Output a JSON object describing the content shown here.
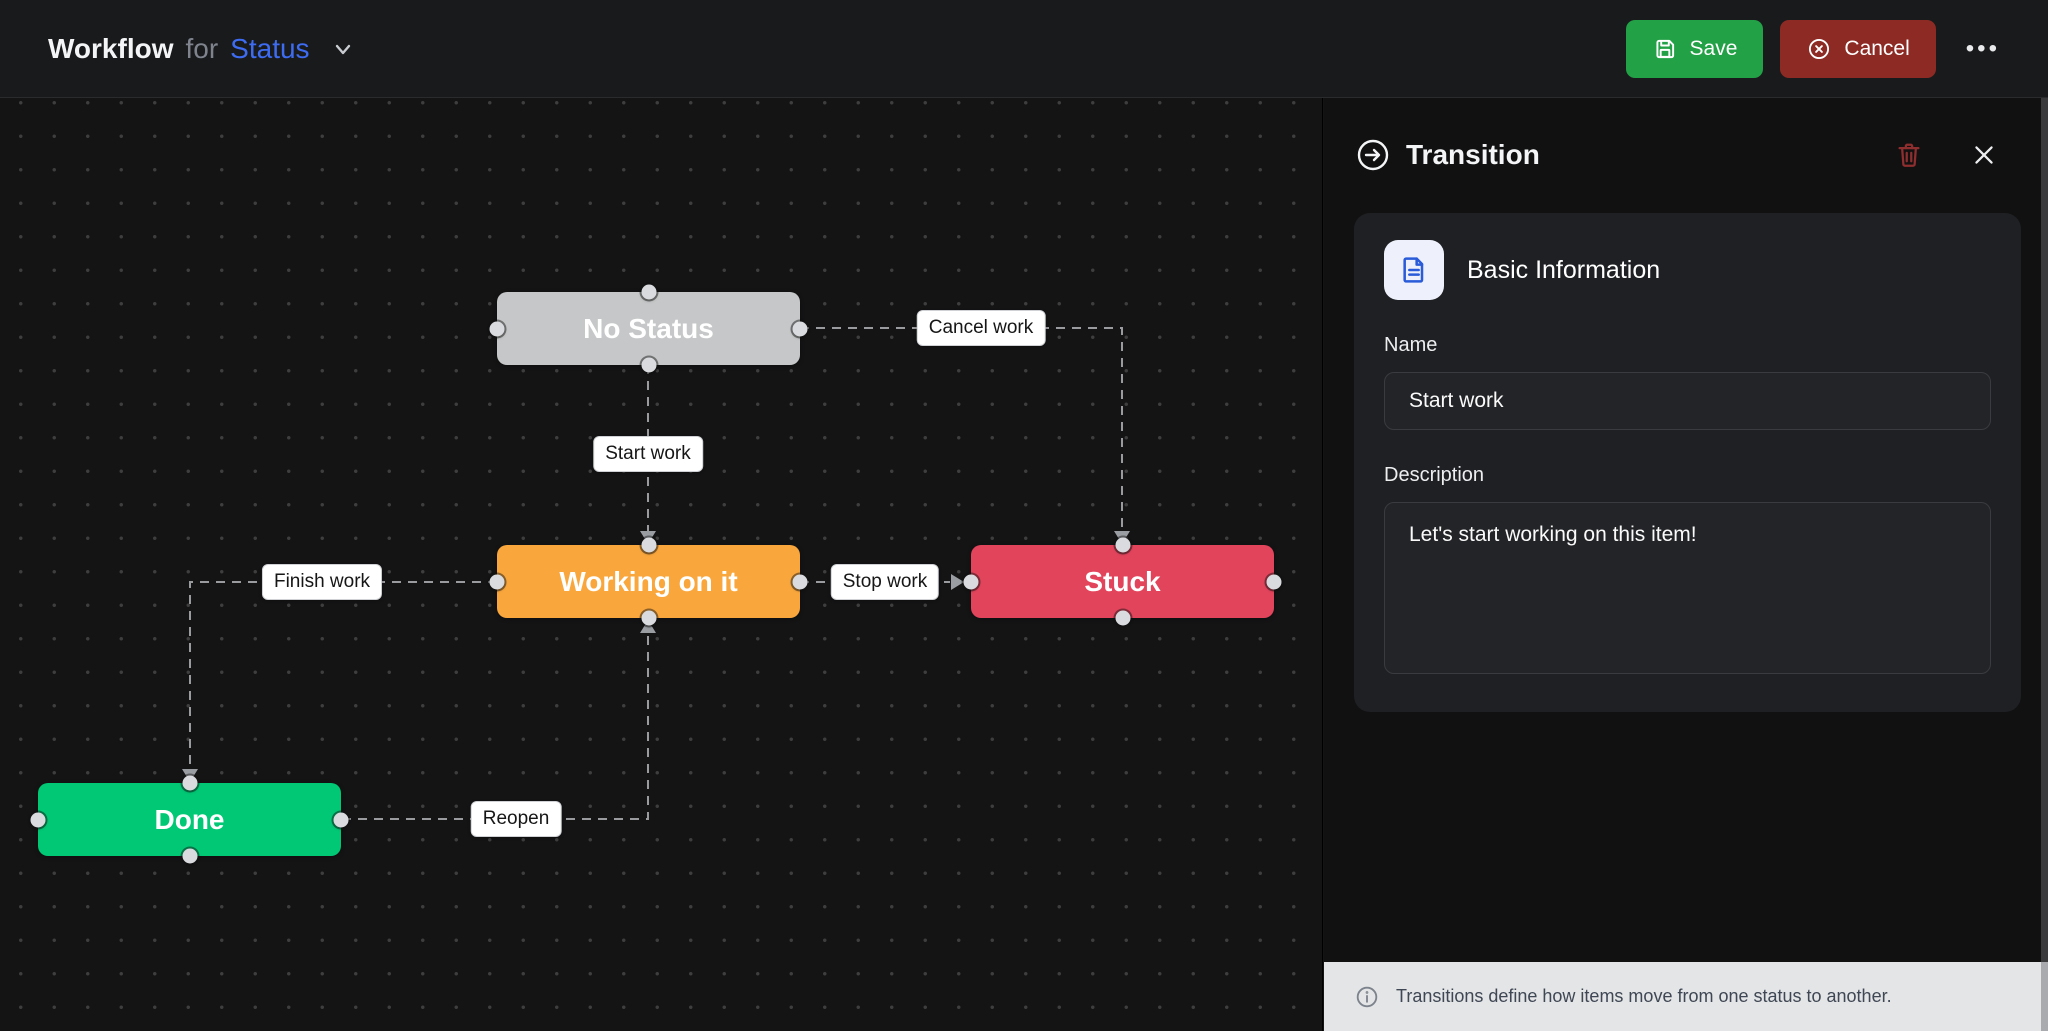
{
  "header": {
    "title": "Workflow",
    "connector": "for",
    "target": "Status",
    "save": "Save",
    "cancel": "Cancel",
    "more": "•••"
  },
  "canvas": {
    "nodes": [
      {
        "id": "no-status",
        "label": "No Status",
        "color": "#c6c7c8"
      },
      {
        "id": "working-on-it",
        "label": "Working on it",
        "color": "#f9a73d"
      },
      {
        "id": "stuck",
        "label": "Stuck",
        "color": "#e2445c"
      },
      {
        "id": "done",
        "label": "Done",
        "color": "#00c875"
      }
    ],
    "edges": [
      {
        "id": "start-work",
        "label": "Start work"
      },
      {
        "id": "cancel-work",
        "label": "Cancel work"
      },
      {
        "id": "stop-work",
        "label": "Stop work"
      },
      {
        "id": "finish-work",
        "label": "Finish work"
      },
      {
        "id": "reopen",
        "label": "Reopen"
      }
    ]
  },
  "panel": {
    "title": "Transition",
    "card": {
      "title": "Basic Information",
      "name_label": "Name",
      "name_value": "Start work",
      "description_label": "Description",
      "description_value": "Let's start working on this item!"
    },
    "footer_note": "Transitions define how items move from one status to another."
  },
  "colors": {
    "save_button": "#22a146",
    "cancel_button": "#8d2a24",
    "accent_blue": "#3d6cf2",
    "edge_line": "#999b9e",
    "node_no_status": "#c6c7c8",
    "node_working_on_it": "#f9a73d",
    "node_stuck": "#e2445c",
    "node_done": "#00c875"
  }
}
